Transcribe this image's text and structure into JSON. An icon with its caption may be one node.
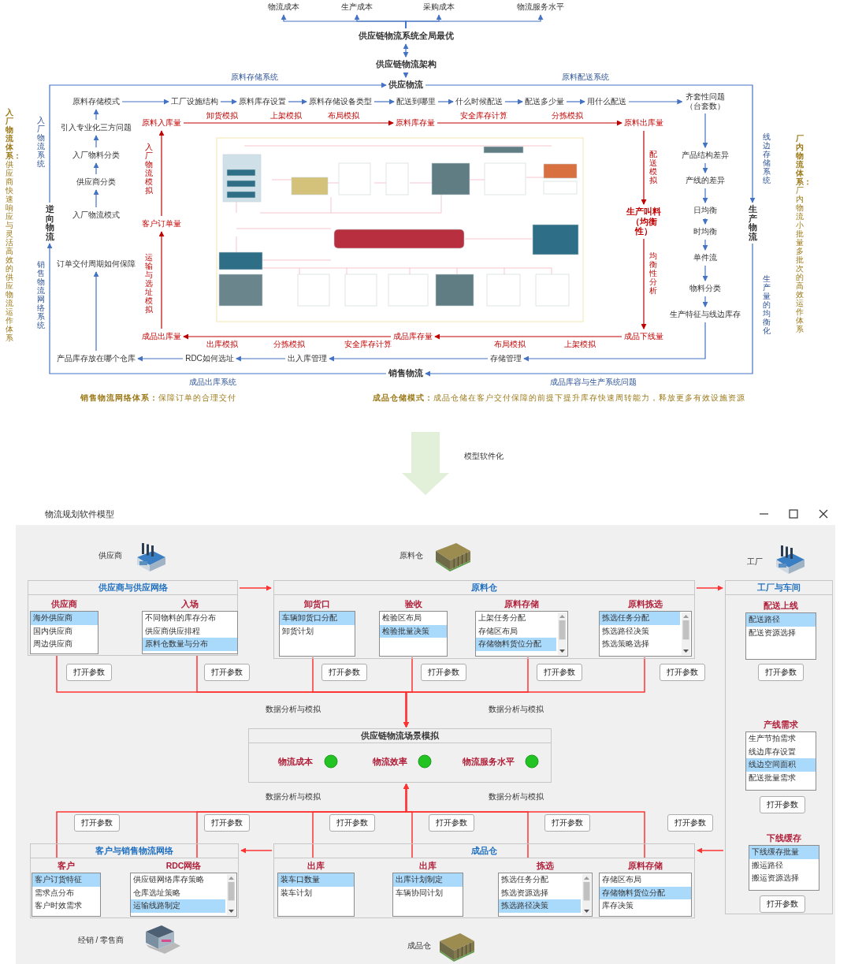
{
  "diagram": {
    "nodes": [
      {
        "text": [
          "物流成本"
        ]
      },
      {
        "text": [
          "生产成本"
        ]
      },
      {
        "text": [
          "采购成本"
        ]
      },
      {
        "text": [
          "物流服务水平"
        ]
      },
      {
        "text": [
          "供应链物流系统全局最优"
        ]
      },
      {
        "text": [
          "供应链物流架构"
        ]
      },
      {
        "text": [
          "供应物流"
        ]
      },
      {
        "text": [
          "生产物流"
        ]
      },
      {
        "text": [
          "销售物流"
        ]
      },
      {
        "text": [
          "逆向物流"
        ]
      },
      {
        "text": [
          "原料存储模式"
        ]
      },
      {
        "text": [
          "工厂设施结构"
        ]
      },
      {
        "text": [
          "原料库存设置"
        ]
      },
      {
        "text": [
          "原料存储设备类型"
        ]
      },
      {
        "text": [
          "配送到哪里"
        ]
      },
      {
        "text": [
          "什么时候配送"
        ]
      },
      {
        "text": [
          "配送多少量"
        ]
      },
      {
        "text": [
          "用什么配送"
        ]
      },
      {
        "text": [
          "齐套性问题（台套数）"
        ]
      },
      {
        "text": [
          "产品结构差异"
        ]
      },
      {
        "text": [
          "产线的差异"
        ]
      },
      {
        "text": [
          "日均衡"
        ]
      },
      {
        "text": [
          "时均衡"
        ]
      },
      {
        "text": [
          "单件流"
        ]
      },
      {
        "text": [
          "物料分类"
        ]
      },
      {
        "text": [
          "生产特征与线边库存"
        ]
      },
      {
        "text": [
          "存储管理"
        ]
      },
      {
        "text": [
          "出入库管理"
        ]
      },
      {
        "text": [
          "RDC如何选址"
        ]
      },
      {
        "text": [
          "产品库存放在哪个仓库"
        ]
      },
      {
        "text": [
          "订单交付周期如何保障"
        ]
      },
      {
        "text": [
          "入厂物流模式"
        ]
      },
      {
        "text": [
          "供应商分类"
        ]
      },
      {
        "text": [
          "入厂物料分类"
        ]
      },
      {
        "text": [
          "引入专业化三方问题"
        ]
      },
      {
        "text": [
          "原料入库量"
        ]
      },
      {
        "text": [
          "原料库存量"
        ]
      },
      {
        "text": [
          "原料出库量"
        ]
      },
      {
        "text": [
          "生产叫料（均衡性）"
        ]
      },
      {
        "text": [
          "成品下线量"
        ]
      },
      {
        "text": [
          "成品库存量"
        ]
      },
      {
        "text": [
          "成品出库量"
        ]
      },
      {
        "text": [
          "客户订单量"
        ]
      },
      {
        "text": [
          "供应商与供应网络"
        ]
      },
      {
        "text": [
          "供应商",
          "海外供应商",
          "国内供应商",
          "周边供应商"
        ],
        "in": 43
      },
      {
        "text": [
          "入场",
          "不同物料的库存分布",
          "供应商供应排程",
          "原料仓数量与分布"
        ],
        "in": 43
      },
      {
        "text": [
          "原料仓"
        ]
      },
      {
        "text": [
          "卸货口",
          "车辆卸货口分配",
          "卸货计划"
        ],
        "in": 46
      },
      {
        "text": [
          "验收",
          "检验区布局",
          "检验批量决策"
        ],
        "in": 46
      },
      {
        "text": [
          "原料存储",
          "上架任务分配",
          "存储区布局",
          "存储物料货位分配"
        ],
        "in": 46
      },
      {
        "text": [
          "原料拣选",
          "拣选任务分配",
          "拣选路径决策",
          "拣选策略选择"
        ],
        "in": 46
      },
      {
        "text": [
          "工厂与车间"
        ]
      },
      {
        "text": [
          "配送上线",
          "配送路径",
          "配送资源选择"
        ],
        "in": 51
      },
      {
        "text": [
          "产线需求",
          "生产节拍需求",
          "线边库存设置",
          "线边空间面积",
          "配送批量需求"
        ],
        "in": 51
      },
      {
        "text": [
          "下线缓存",
          "下线缓存批量",
          "搬运路径",
          "搬运资源选择"
        ],
        "in": 51
      },
      {
        "text": [
          "供应链物流场景模拟",
          "物流成本",
          "物流效率",
          "物流服务水平"
        ]
      },
      {
        "text": [
          "成品仓"
        ]
      },
      {
        "text": [
          "出库",
          "装车口数量",
          "装车计划"
        ],
        "in": 56
      },
      {
        "text": [
          "出库",
          "出库计划制定",
          "车辆协同计划"
        ],
        "in": 56
      },
      {
        "text": [
          "拣选",
          "拣选任务分配",
          "拣选资源选择",
          "拣选路径决策"
        ],
        "in": 56
      },
      {
        "text": [
          "原料存储",
          "存储区布局",
          "存储物料货位分配",
          "库存决策"
        ],
        "in": 56
      },
      {
        "text": [
          "客户与销售物流网络"
        ]
      },
      {
        "text": [
          "客户",
          "客户订货特征",
          "需求点分布",
          "客户时效需求"
        ],
        "in": 61
      },
      {
        "text": [
          "RDC网络",
          "供应链网络库存策略",
          "仓库选址策略",
          "运输线路制定"
        ],
        "in": 61
      }
    ],
    "edges": [
      {
        "from": 4,
        "to": 0,
        "arrow": "to"
      },
      {
        "from": 4,
        "to": 1,
        "arrow": "to"
      },
      {
        "from": 4,
        "to": 2,
        "arrow": "to"
      },
      {
        "from": 4,
        "to": 3,
        "arrow": "to"
      },
      {
        "from": 4,
        "to": 5,
        "arrow": "both"
      },
      {
        "from": 5,
        "to": 6,
        "arrow": "to"
      },
      {
        "from": 9,
        "to": 6,
        "arrow": "to"
      },
      {
        "from": 6,
        "to": 7,
        "arrow": "to"
      },
      {
        "from": 7,
        "to": 8,
        "arrow": "to"
      },
      {
        "from": 8,
        "to": 9,
        "arrow": "to"
      },
      {
        "from": 10,
        "to": 11,
        "arrow": "to"
      },
      {
        "from": 11,
        "to": 12,
        "arrow": "to"
      },
      {
        "from": 12,
        "to": 13,
        "arrow": "to"
      },
      {
        "from": 13,
        "to": 14,
        "arrow": "to"
      },
      {
        "from": 14,
        "to": 15,
        "arrow": "to"
      },
      {
        "from": 15,
        "to": 16,
        "arrow": "to"
      },
      {
        "from": 16,
        "to": 17,
        "arrow": "to"
      },
      {
        "from": 17,
        "to": 18,
        "arrow": "to"
      },
      {
        "from": 18,
        "to": 19,
        "arrow": "to"
      },
      {
        "from": 19,
        "to": 20,
        "arrow": "to"
      },
      {
        "from": 20,
        "to": 21,
        "arrow": "to"
      },
      {
        "from": 21,
        "to": 22,
        "arrow": "to"
      },
      {
        "from": 22,
        "to": 23,
        "arrow": "to"
      },
      {
        "from": 23,
        "to": 24,
        "arrow": "to"
      },
      {
        "from": 24,
        "to": 25,
        "arrow": "to"
      },
      {
        "from": 25,
        "to": 26,
        "arrow": "to"
      },
      {
        "from": 26,
        "to": 27,
        "arrow": "to"
      },
      {
        "from": 27,
        "to": 28,
        "arrow": "to"
      },
      {
        "from": 28,
        "to": 29,
        "arrow": "to"
      },
      {
        "from": 29,
        "to": 30,
        "arrow": "to"
      },
      {
        "from": 31,
        "to": 32,
        "arrow": "to"
      },
      {
        "from": 32,
        "to": 33,
        "arrow": "to"
      },
      {
        "from": 33,
        "to": 34,
        "arrow": "to"
      },
      {
        "from": 34,
        "to": 10,
        "arrow": "to"
      },
      {
        "from": 35,
        "to": 36,
        "arrow": "to",
        "color": "#c00000"
      },
      {
        "from": 36,
        "to": 37,
        "arrow": "to",
        "color": "#c00000"
      },
      {
        "from": 37,
        "to": 38,
        "arrow": "to",
        "color": "#c00000"
      },
      {
        "from": 38,
        "to": 39,
        "arrow": "to",
        "color": "#c00000"
      },
      {
        "from": 39,
        "to": 40,
        "arrow": "to",
        "color": "#c00000"
      },
      {
        "from": 40,
        "to": 41,
        "arrow": "to",
        "color": "#c00000"
      },
      {
        "from": 41,
        "to": 42,
        "arrow": "to",
        "color": "#c00000"
      },
      {
        "from": 42,
        "to": 35,
        "arrow": "to",
        "color": "#c00000"
      },
      {
        "from": 43,
        "to": 46,
        "arrow": "to",
        "color": "#ff3333"
      },
      {
        "from": 46,
        "to": 51,
        "arrow": "to",
        "color": "#ff3333"
      },
      {
        "from": 51,
        "to": 56,
        "arrow": "to",
        "color": "#ff3333"
      },
      {
        "from": 56,
        "to": 61,
        "arrow": "to",
        "color": "#ff3333"
      },
      {
        "from": 44,
        "to": 55,
        "arrow": "to",
        "color": "#ff3333"
      },
      {
        "from": 45,
        "to": 55,
        "arrow": "to",
        "color": "#ff3333"
      },
      {
        "from": 47,
        "to": 55,
        "arrow": "to",
        "color": "#ff3333"
      },
      {
        "from": 48,
        "to": 55,
        "arrow": "to",
        "color": "#ff3333"
      },
      {
        "from": 49,
        "to": 55,
        "arrow": "to",
        "color": "#ff3333"
      },
      {
        "from": 50,
        "to": 55,
        "arrow": "to",
        "color": "#ff3333"
      },
      {
        "from": 62,
        "to": 55,
        "arrow": "to",
        "color": "#ff3333"
      },
      {
        "from": 63,
        "to": 55,
        "arrow": "to",
        "color": "#ff3333"
      },
      {
        "from": 57,
        "to": 55,
        "arrow": "to",
        "color": "#ff3333"
      },
      {
        "from": 58,
        "to": 55,
        "arrow": "to",
        "color": "#ff3333"
      },
      {
        "from": 59,
        "to": 55,
        "arrow": "to",
        "color": "#ff3333"
      },
      {
        "from": 60,
        "to": 55,
        "arrow": "to",
        "color": "#ff3333"
      }
    ],
    "labels": [
      "原料存储系统",
      "原料配送系统",
      "**入厂物流体系：**供应商快速响应与灵活高效的供应物流运作体系",
      "入厂物流系统",
      "入厂物流模拟",
      "卸货模拟",
      "上架模拟",
      "布局模拟",
      "安全库存计算",
      "分拣模拟",
      "配送模拟",
      "线边存储系统",
      "销售物流网络系统",
      "运输与选址模拟",
      "均衡性分析",
      "生产量的均衡化",
      "**厂内物流体系：**厂内物流小批量多批次的高效运作体系",
      "出库模拟",
      "分拣模拟",
      "安全库存计算",
      "布局模拟",
      "上架模拟",
      "成品出库系统",
      "成品库容与生产系统问题",
      "**销售物流网络体系：**保障订单的合理交付",
      "**成品仓储模式：**成品仓储在客户交付保障的前提下提升库存快速周转能力，释放更多有效设施资源",
      "模型软件化",
      "物流规划软件模型",
      "供应商",
      "原料仓",
      "工厂",
      "打开参数",
      "打开参数",
      "打开参数",
      "打开参数",
      "打开参数",
      "打开参数",
      "打开参数",
      "数据分析与模拟",
      "数据分析与模拟",
      "数据分析与模拟",
      "数据分析与模拟",
      "打开参数",
      "打开参数",
      "打开参数",
      "打开参数",
      "打开参数",
      "打开参数",
      "打开参数",
      "打开参数",
      "经销 / 零售商",
      "成品仓"
    ]
  }
}
